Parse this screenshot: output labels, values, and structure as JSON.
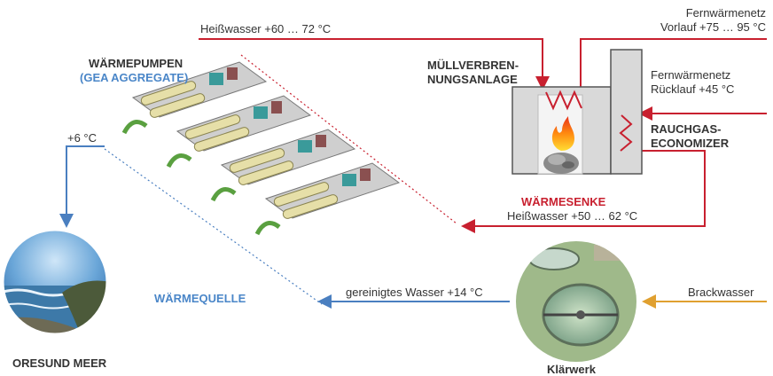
{
  "labels": {
    "hot_water_supply": "Heißwasser +60 … 72 °C",
    "district_supply_line1": "Fernwärmenetz",
    "district_supply_line2": "Vorlauf +75 … 95 °C",
    "district_return_line1": "Fernwärmenetz",
    "district_return_line2": "Rücklauf +45 °C",
    "heat_pumps_line1": "WÄRMEPUMPEN",
    "heat_pumps_line2": "(GEA AGGREGATE)",
    "incinerator_line1": "MÜLLVERBREN-",
    "incinerator_line2": "NUNGSANLAGE",
    "economizer_line1": "RAUCHGAS-",
    "economizer_line2": "ECONOMIZER",
    "sea_temp": "+6 °C",
    "heat_sink": "WÄRMESENKE",
    "hot_water_return": "Heißwasser +50 … 62 °C",
    "heat_source": "WÄRMEQUELLE",
    "cleaned_water": "gereinigtes Wasser +14 °C",
    "brackish_water": "Brackwasser",
    "sea_name": "ORESUND MEER",
    "treatment_plant": "Klärwerk"
  },
  "colors": {
    "red_line": "#c8202f",
    "blue_line": "#4a7fc0",
    "orange_line": "#e0a030",
    "plant_fill": "#d9d9d9",
    "plant_stroke": "#555555"
  }
}
